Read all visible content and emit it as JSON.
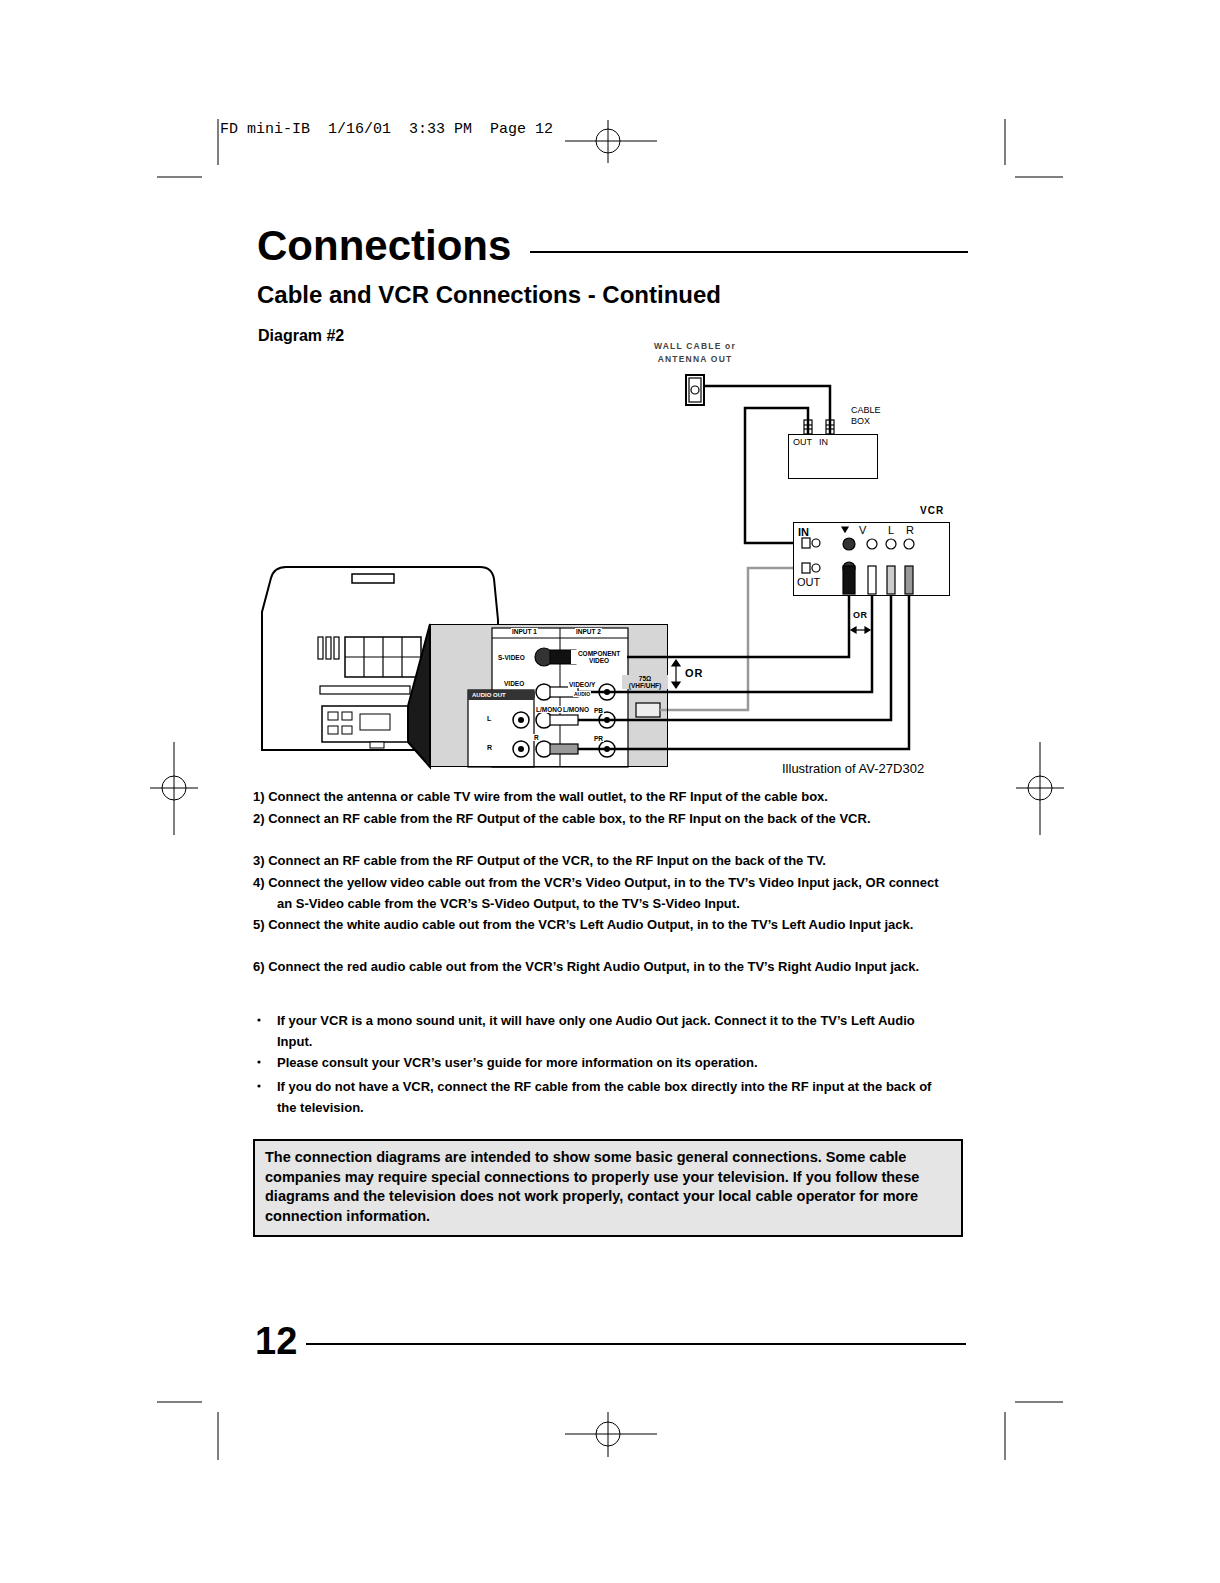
{
  "diagram": {
    "title": "Connections",
    "nodes": [
      {
        "text": [
          "WALL CABLE or ANTENNA OUT"
        ]
      },
      {
        "text": [
          "CABLE BOX",
          "OUT",
          "IN"
        ]
      },
      {
        "text": [
          "VCR",
          "IN",
          "OUT",
          "V",
          "L",
          "R"
        ]
      },
      {
        "text": [
          "INPUT 1",
          "INPUT 2",
          "S-VIDEO",
          "COMPONENT VIDEO",
          "VIDEO",
          "VIDEO/Y",
          "AUDIO",
          "L/MONO",
          "L/MONO",
          "PB",
          "R",
          "PR",
          "75Ω (VHF/UHF)",
          "AUDIO OUT",
          "L",
          "R"
        ]
      },
      {
        "text": [
          "The connection diagrams are intended to show some basic general connections. Some cable companies may require special connections to properly use your television. If you follow these diagrams and the television does not work properly, contact your local cable operator for more connection information."
        ]
      }
    ],
    "edges": [
      {
        "from": 0,
        "to": 1,
        "arrow": "none"
      },
      {
        "from": 1,
        "to": 2,
        "arrow": "none"
      },
      {
        "from": 2,
        "to": 3,
        "arrow": "none"
      },
      {
        "from": 2,
        "to": 3,
        "arrow": "none"
      },
      {
        "from": 2,
        "to": 3,
        "arrow": "none"
      },
      {
        "from": 2,
        "to": 3,
        "arrow": "none"
      },
      {
        "from": 2,
        "to": 3,
        "arrow": "none"
      }
    ],
    "labels": [
      "FD mini-IB  1/16/01  3:33 PM  Page 12",
      "Cable and VCR Connections - Continued",
      "Diagram #2",
      "OR",
      "OR",
      "Illustration of AV-27D302",
      "1) Connect the antenna or cable TV wire from the wall outlet, to the RF Input of the cable box.",
      "2) Connect an RF cable from the RF Output of the cable box, to the RF Input on the back of the VCR.",
      "3) Connect an RF cable from the RF Output of the VCR, to the RF Input on the back of the TV.",
      "4) Connect the yellow video cable out from the VCR’s Video Output, in to the TV’s Video Input jack, OR connect an S-Video cable from the VCR’s S-Video Output, to the TV’s S-Video Input.",
      "5) Connect the white audio cable out from the VCR’s Left Audio Output, in to the TV’s Left Audio Input jack.",
      "6) Connect the red audio cable out from the VCR’s Right Audio Output, in to the TV’s Right Audio Input jack.",
      "If your VCR is a mono sound unit, it will have only one Audio Out jack. Connect it to the TV’s Left Audio Input.",
      "Please consult your VCR’s user’s guide for more information on its operation.",
      "If you do not have a VCR, connect the RF cable from the cable box directly into the RF input at the back of the television.",
      "12"
    ]
  }
}
